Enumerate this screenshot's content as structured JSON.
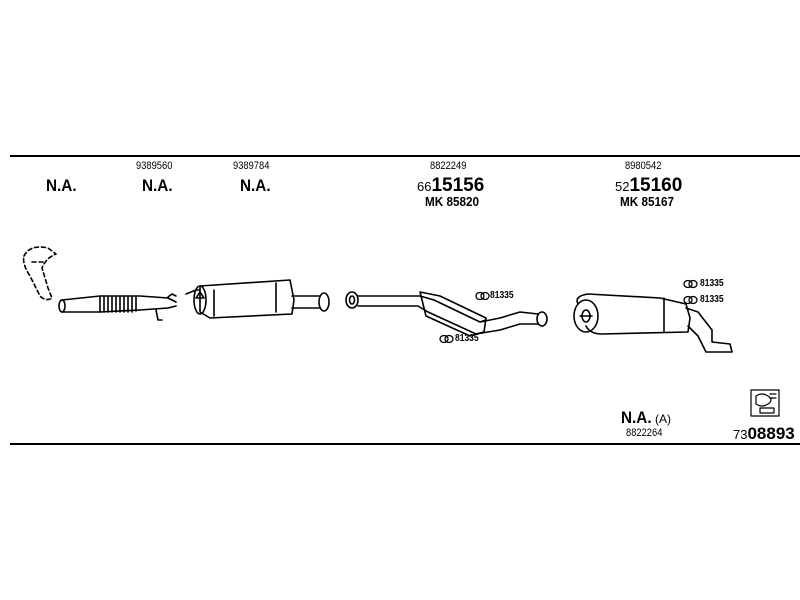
{
  "columns": [
    {
      "part_number": "",
      "label": "N.A."
    },
    {
      "part_number": "9389560",
      "label": "N.A."
    },
    {
      "part_number": "9389784",
      "label": "N.A."
    },
    {
      "part_number": "8822249",
      "code_prefix": "66",
      "code_main": "15156",
      "mk": "MK 85820"
    },
    {
      "part_number": "8980542",
      "code_prefix": "52",
      "code_main": "15160",
      "mk": "MK 85167"
    }
  ],
  "clamps": [
    {
      "label": "81335"
    },
    {
      "label": "81335"
    },
    {
      "label": "81335"
    },
    {
      "label": "81335"
    }
  ],
  "bottom_note": {
    "label": "N.A.",
    "suffix": "(A)",
    "part_number": "8822264"
  },
  "diagram_code": {
    "prefix": "73",
    "main": "08893"
  },
  "icons": {
    "reference": "exhaust-diagram-reference-icon"
  }
}
